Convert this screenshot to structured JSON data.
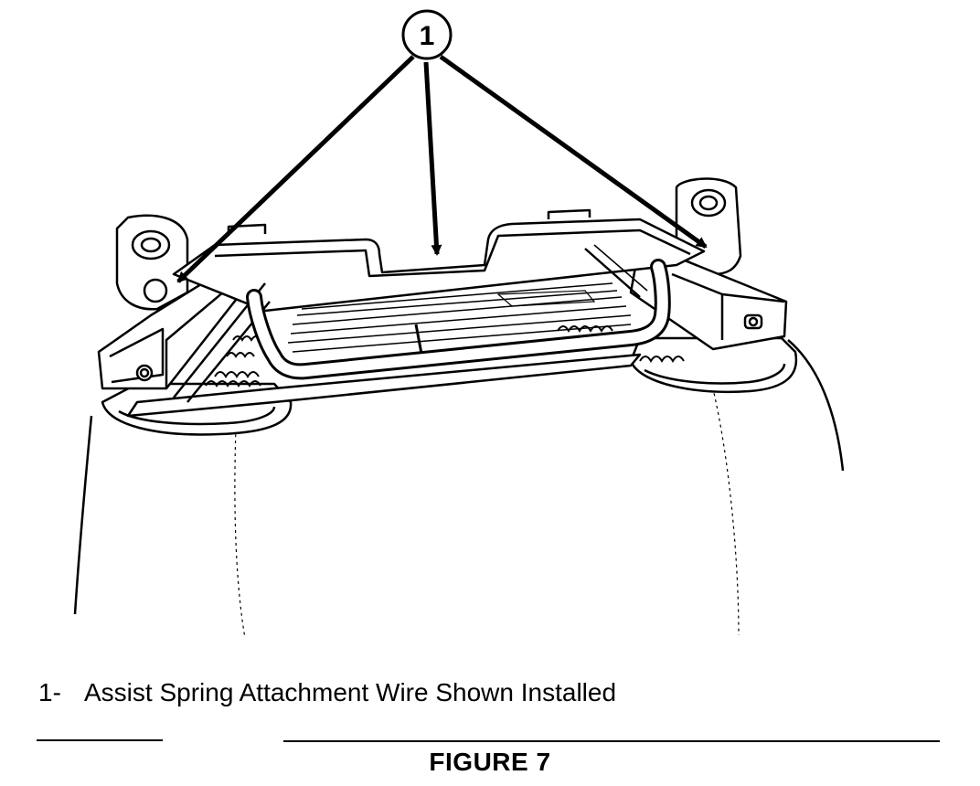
{
  "callout": {
    "number": "1"
  },
  "legend": [
    {
      "number": "1-",
      "text": "Assist Spring Attachment Wire Shown Installed"
    }
  ],
  "figure": {
    "caption": "FIGURE 7"
  },
  "colors": {
    "ink": "#000000",
    "paper": "#ffffff"
  }
}
